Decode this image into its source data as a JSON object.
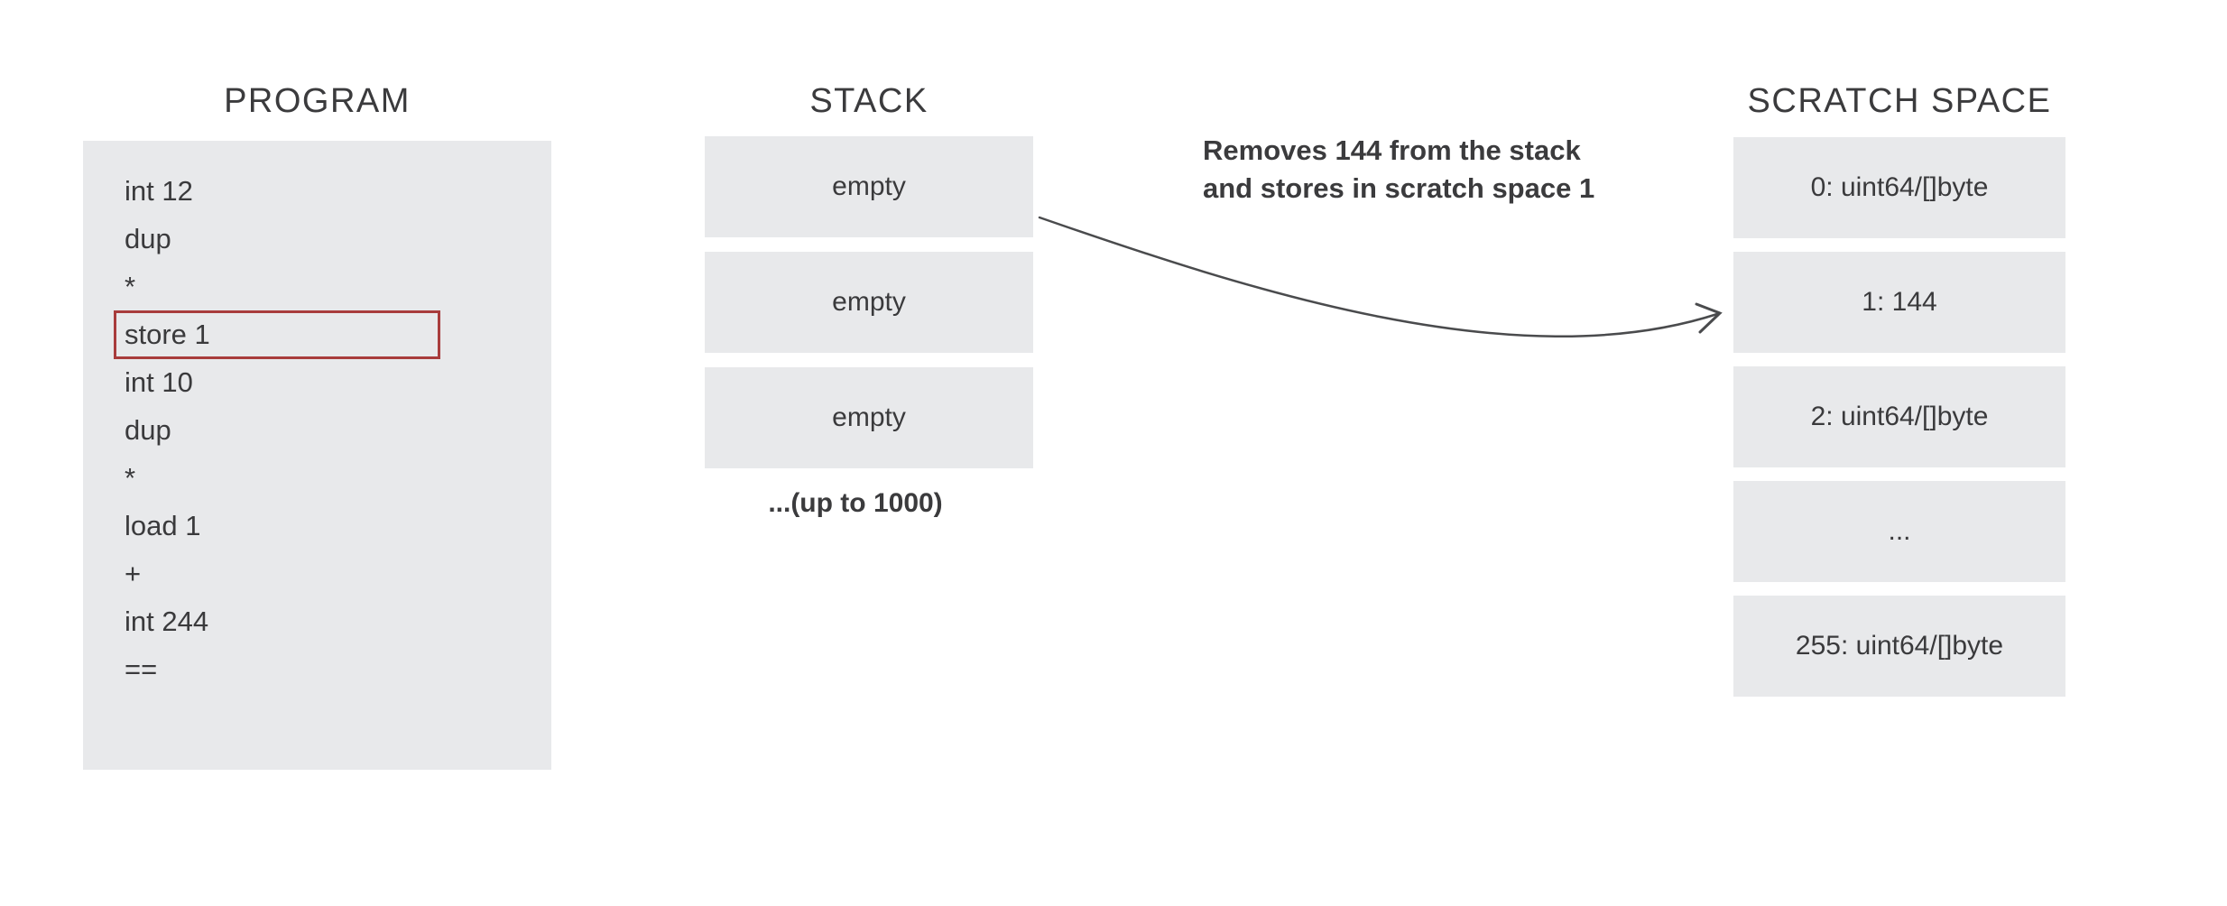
{
  "program": {
    "title": "PROGRAM",
    "lines": [
      "int 12",
      "dup",
      "*",
      "store 1",
      "int 10",
      "dup",
      "*",
      "load 1",
      "+",
      "int 244",
      "=="
    ],
    "highlighted_line": "store 1",
    "highlight_index": 3
  },
  "stack": {
    "title": "STACK",
    "slots": [
      "empty",
      "empty",
      "empty"
    ],
    "note": "...(up to 1000)"
  },
  "scratch": {
    "title": "SCRATCH SPACE",
    "slots": [
      "0: uint64/[]byte",
      "1: 144",
      "2: uint64/[]byte",
      "...",
      "255: uint64/[]byte"
    ]
  },
  "annotation": {
    "line1": "Removes 144 from the stack",
    "line2": "and stores in scratch space 1"
  },
  "colors": {
    "background": "#ffffff",
    "box_bg": "#e8e9eb",
    "text": "#3a3a3c",
    "highlight_border": "#a83c3c",
    "arrow": "#4a4b4d"
  }
}
